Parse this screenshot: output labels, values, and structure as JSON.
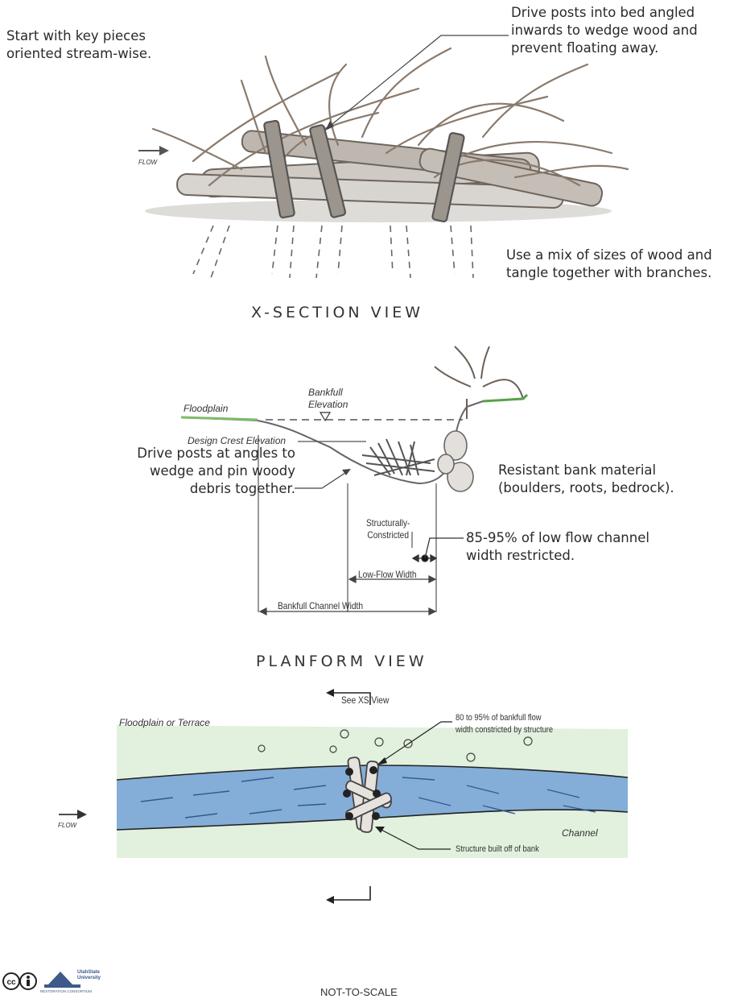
{
  "callouts": {
    "start_key_pieces": "Start with key pieces\noriented stream-wise.",
    "drive_posts_bed": "Drive posts into bed angled\ninwards to wedge wood and\nprevent floating away.",
    "mix_sizes": "Use a mix of sizes of wood and\ntangle together with branches.",
    "drive_posts_angles": "Drive posts at angles to\nwedge and pin woody\ndebris together.",
    "resistant_bank": "Resistant bank material\n(boulders, roots, bedrock).",
    "low_flow_restricted": "85-95% of low flow channel\nwidth restricted."
  },
  "headings": {
    "xsection": "X-SECTION VIEW",
    "planform": "PLANFORM VIEW",
    "not_to_scale": "NOT-TO-SCALE"
  },
  "xsection": {
    "floodplain": "Floodplain",
    "bankfull_elevation": "Bankfull\nElevation",
    "design_crest": "Design Crest Elevation",
    "structurally_constricted": "Structurally-\nConstricted",
    "low_flow_width": "Low-Flow Width",
    "bankfull_channel_width": "Bankfull Channel Width"
  },
  "planform": {
    "see_xs_view": "See XS View",
    "floodplain_terrace": "Floodplain or Terrace",
    "flow_constricted": "80 to 95% of bankfull flow\nwidth constricted by structure",
    "channel": "Channel",
    "structure_off_bank": "Structure built off of bank",
    "flow_label": "FLOW"
  },
  "top_flow_label": "FLOW",
  "logo": {
    "university": "UtahState\nUniversity",
    "consortium": "RESTORATION CONSORTIUM"
  },
  "colors": {
    "water": "#7aa6d6",
    "floodplain_green": "#cfe6c8",
    "wood": "#8a8178"
  }
}
